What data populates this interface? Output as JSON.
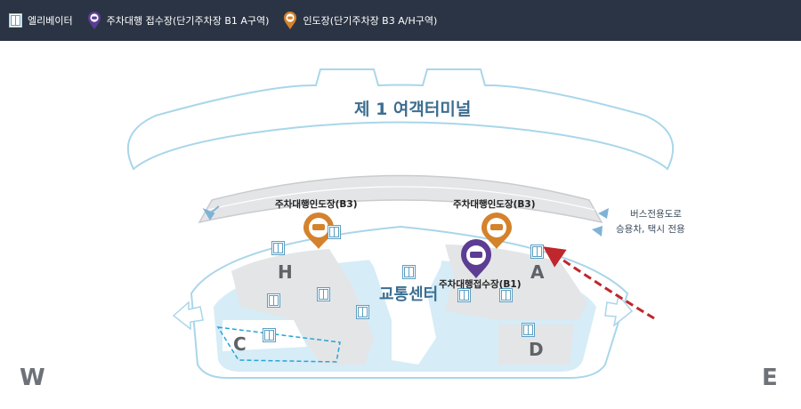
{
  "legend": {
    "elevator": "엘리베이터",
    "receiving": "주차대행 접수장(단기주차장 B1 A구역)",
    "delivery": "인도장(단기주차장 B3 A/H구역)"
  },
  "map": {
    "terminal_title": "제 1 여객터미널",
    "transport_center": "교통센터",
    "bus_note_line1": "버스전용도로",
    "bus_note_line2": "승용차, 택시 전용",
    "compass_west": "W",
    "compass_east": "E",
    "zones": {
      "h": "H",
      "a": "A",
      "c": "C",
      "d": "D"
    },
    "pins": {
      "delivery_left": "주차대행인도장(B3)",
      "delivery_right": "주차대행인도장(B3)",
      "receiving": "주차대행접수장(B1)"
    }
  },
  "colors": {
    "header_bg": "#2b3444",
    "pin_orange": "#d4822c",
    "pin_purple": "#5c3d93",
    "arrow_red": "#c0262c",
    "outline_blue": "#a9d6ea",
    "water_blue": "#d6ecf7"
  }
}
